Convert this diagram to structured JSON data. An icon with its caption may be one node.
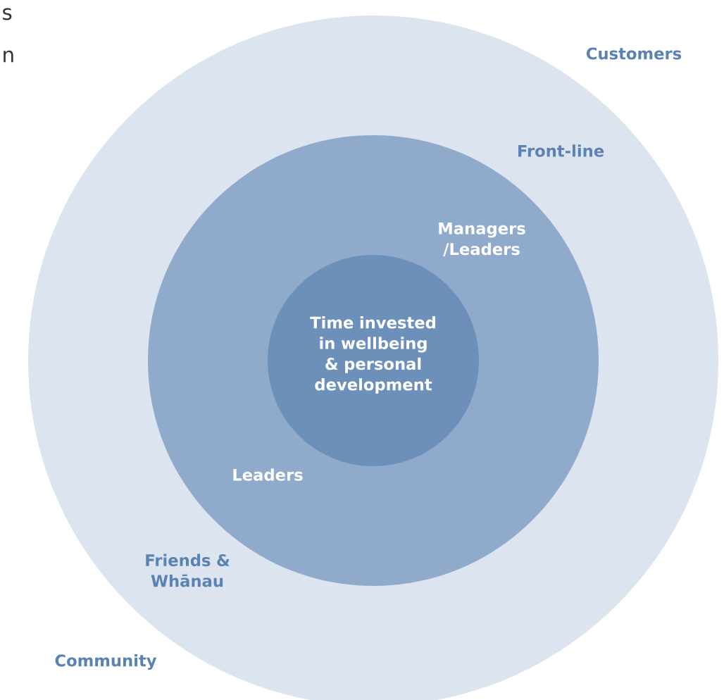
{
  "diagram": {
    "nodes": [
      {
        "text": [
          "Customers",
          "Front-line",
          "Friends & Whānau",
          "Community"
        ]
      },
      {
        "text": [
          "Managers /Leaders",
          "Leaders"
        ],
        "in": 0
      },
      {
        "text": [
          "Time invested in wellbeing & personal development"
        ],
        "in": 1
      }
    ],
    "labels": [
      "s",
      "n"
    ]
  }
}
